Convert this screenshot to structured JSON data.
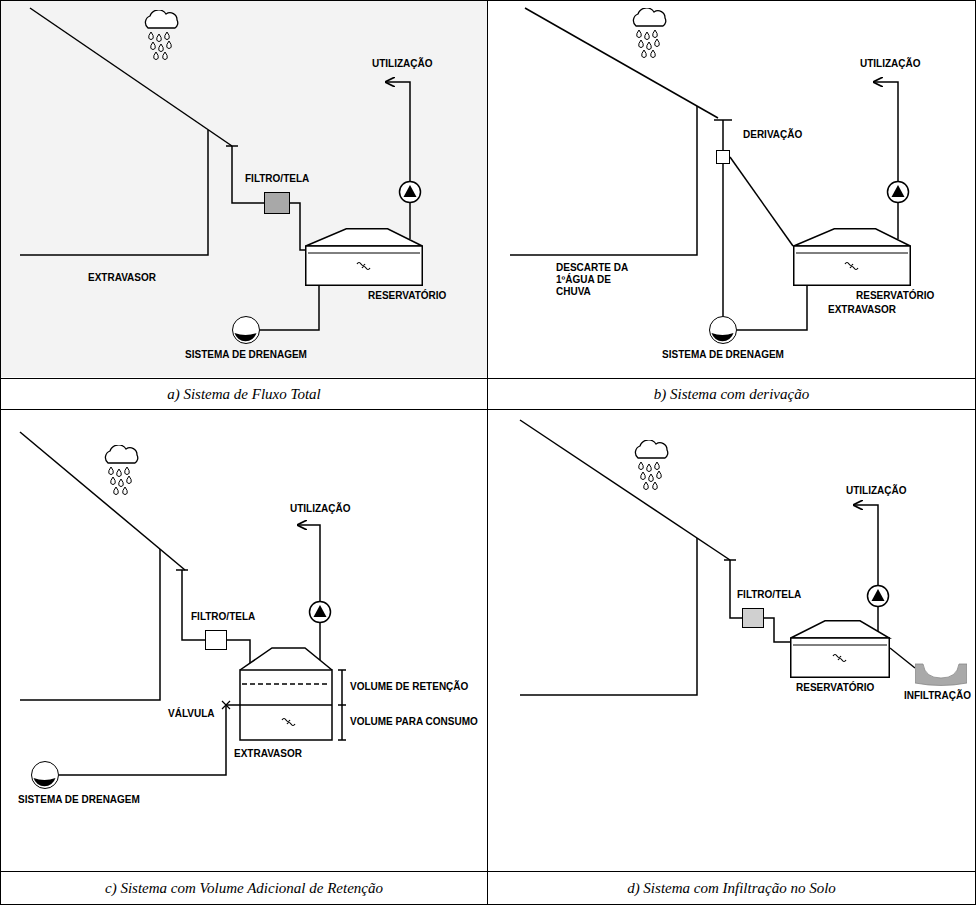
{
  "diagram": {
    "nodes": [
      {
        "text": [
          "a) Sistema de Fluxo Total"
        ]
      },
      {
        "text": [
          "FILTRO/TELA"
        ],
        "in": 0
      },
      {
        "text": [
          "RESERVATÓRIO"
        ],
        "in": 0
      },
      {
        "text": [
          "SISTEMA DE DRENAGEM"
        ],
        "in": 0
      },
      {
        "text": [
          "b) Sistema com derivação"
        ]
      },
      {
        "text": [
          "DERIVAÇÃO"
        ],
        "in": 4
      },
      {
        "text": [
          "RESERVATÓRIO"
        ],
        "in": 4
      },
      {
        "text": [
          "SISTEMA DE DRENAGEM"
        ],
        "in": 4
      },
      {
        "text": [
          "c) Sistema com Volume Adicional de Retenção"
        ]
      },
      {
        "text": [
          "FILTRO/TELA"
        ],
        "in": 8
      },
      {
        "text": [
          "SISTEMA DE DRENAGEM"
        ],
        "in": 8
      },
      {
        "text": [
          "d) Sistema com Infiltração no Solo"
        ]
      },
      {
        "text": [
          "FILTRO/TELA"
        ],
        "in": 11
      },
      {
        "text": [
          "RESERVATÓRIO"
        ],
        "in": 11
      },
      {
        "text": [
          "INFILTRAÇÃO"
        ],
        "in": 11
      }
    ],
    "edges": [
      {
        "from": 1,
        "to": 2,
        "arrow": "none"
      },
      {
        "from": 2,
        "to": 3,
        "arrow": "none"
      },
      {
        "from": 5,
        "to": 6,
        "arrow": "none"
      },
      {
        "from": 5,
        "to": 7,
        "arrow": "none"
      },
      {
        "from": 6,
        "to": 7,
        "arrow": "none"
      },
      {
        "from": 12,
        "to": 13,
        "arrow": "none"
      },
      {
        "from": 13,
        "to": 14,
        "arrow": "none"
      }
    ],
    "labels": [
      "UTILIZAÇÃO",
      "EXTRAVASOR",
      "UTILIZAÇÃO",
      "DESCARTE DA 1ºÁGUA DE CHUVA",
      "EXTRAVASOR",
      "UTILIZAÇÃO",
      "VÁLVULA",
      "VOLUME DE RETENÇÃO",
      "VOLUME PARA CONSUMO",
      "EXTRAVASOR",
      "UTILIZAÇÃO"
    ]
  }
}
